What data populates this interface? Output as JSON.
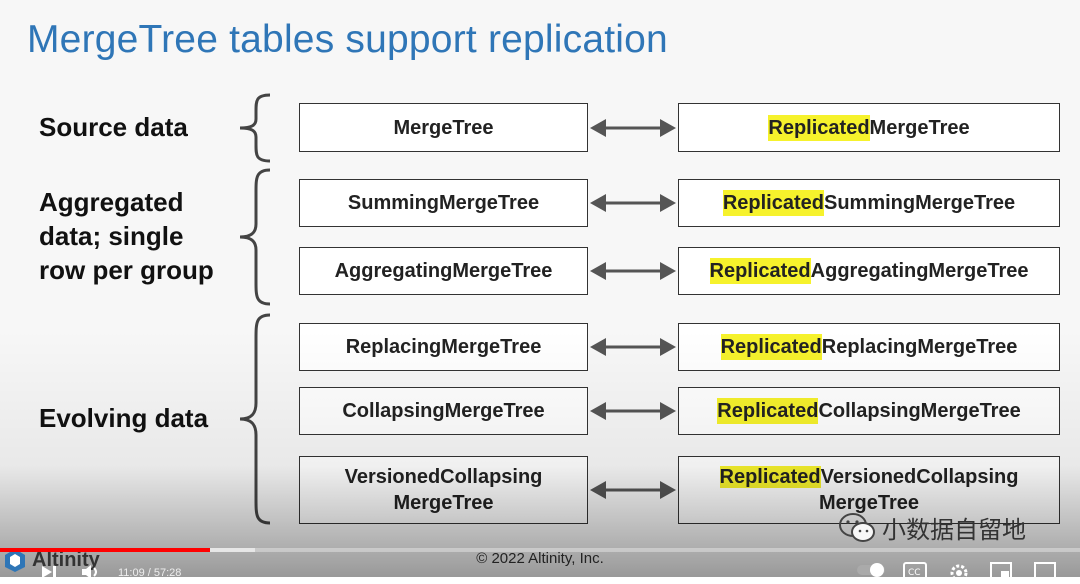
{
  "slide": {
    "title": "MergeTree tables support replication",
    "categories": [
      {
        "id": "source",
        "label": "Source data"
      },
      {
        "id": "aggregated",
        "lines": [
          "Aggregated",
          "data; single",
          "row per group"
        ]
      },
      {
        "id": "evolving",
        "label": "Evolving data"
      }
    ],
    "rows": [
      {
        "left": "MergeTree",
        "hl": "Replicated",
        "right": "MergeTree"
      },
      {
        "left": "SummingMergeTree",
        "hl": "Replicated",
        "right": "SummingMergeTree"
      },
      {
        "left": "AggregatingMergeTree",
        "hl": "Replicated",
        "right": "AggregatingMergeTree"
      },
      {
        "left": "ReplacingMergeTree",
        "hl": "Replicated",
        "right": "ReplacingMergeTree"
      },
      {
        "left": "CollapsingMergeTree",
        "hl": "Replicated",
        "right": "CollapsingMergeTree"
      },
      {
        "left_lines": [
          "VersionedCollapsing",
          "MergeTree"
        ],
        "hl": "Replicated",
        "right_lines": [
          "VersionedCollapsing",
          "MergeTree"
        ]
      }
    ],
    "logo": "Altinity",
    "copyright": "© 2022 Altinity, Inc.",
    "highlight_color": "#f6f22c",
    "title_color": "#2f76b7"
  },
  "watermark": {
    "text": "小数据自留地",
    "icon": "wechat-icon"
  },
  "player": {
    "time": "11:09 / 57:28",
    "progress": 0.194,
    "buffered": 0.236,
    "icons": [
      "play-icon",
      "volume-icon",
      "autoplay-toggle-icon",
      "captions-icon",
      "settings-icon",
      "miniplayer-icon",
      "fullscreen-icon"
    ]
  }
}
